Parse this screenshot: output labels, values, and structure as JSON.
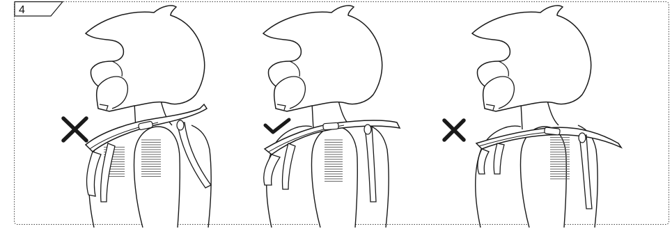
{
  "step": {
    "number": "4"
  },
  "panels": [
    {
      "id": "left",
      "status": "incorrect",
      "mark_icon": "cross-icon"
    },
    {
      "id": "center",
      "status": "correct",
      "mark_icon": "checkmark-icon"
    },
    {
      "id": "right",
      "status": "incorrect",
      "mark_icon": "cross-icon"
    }
  ],
  "colors": {
    "stroke": "#1a1a1a",
    "fill": "#ffffff",
    "hatch": "#555555",
    "frame": "#444444"
  }
}
